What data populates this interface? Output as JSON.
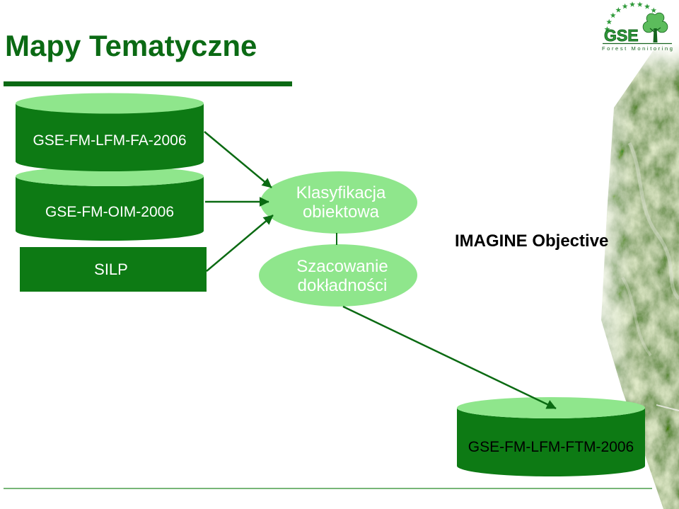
{
  "slide": {
    "title": "Mapy Tematyczne"
  },
  "logo": {
    "name": "GSE",
    "tagline": "Forest Monitoring",
    "icons": [
      "star-icon",
      "tree-icon"
    ]
  },
  "diagram": {
    "sources": {
      "dataset_fa": "GSE-FM-LFM-FA-2006",
      "dataset_oim": "GSE-FM-OIM-2006",
      "silp": "SILP"
    },
    "process": {
      "classification": [
        "Klasyfikacja",
        "obiektowa"
      ],
      "accuracy_assessment": [
        "Szacowanie",
        "dokładności"
      ],
      "software": "IMAGINE Objective"
    },
    "output": {
      "dataset_ftm": "GSE-FM-LFM-FTM-2006"
    }
  },
  "colors": {
    "title_green": "#0b6a14",
    "node_dark_green": "#0d7a14",
    "node_light_green": "#8fe68c",
    "arrow_green": "#0a6a12",
    "footer_line": "#4a9e4a",
    "label_light": "#ffffff",
    "output_label": "#000000",
    "logo_green": "#2f9a3a"
  }
}
